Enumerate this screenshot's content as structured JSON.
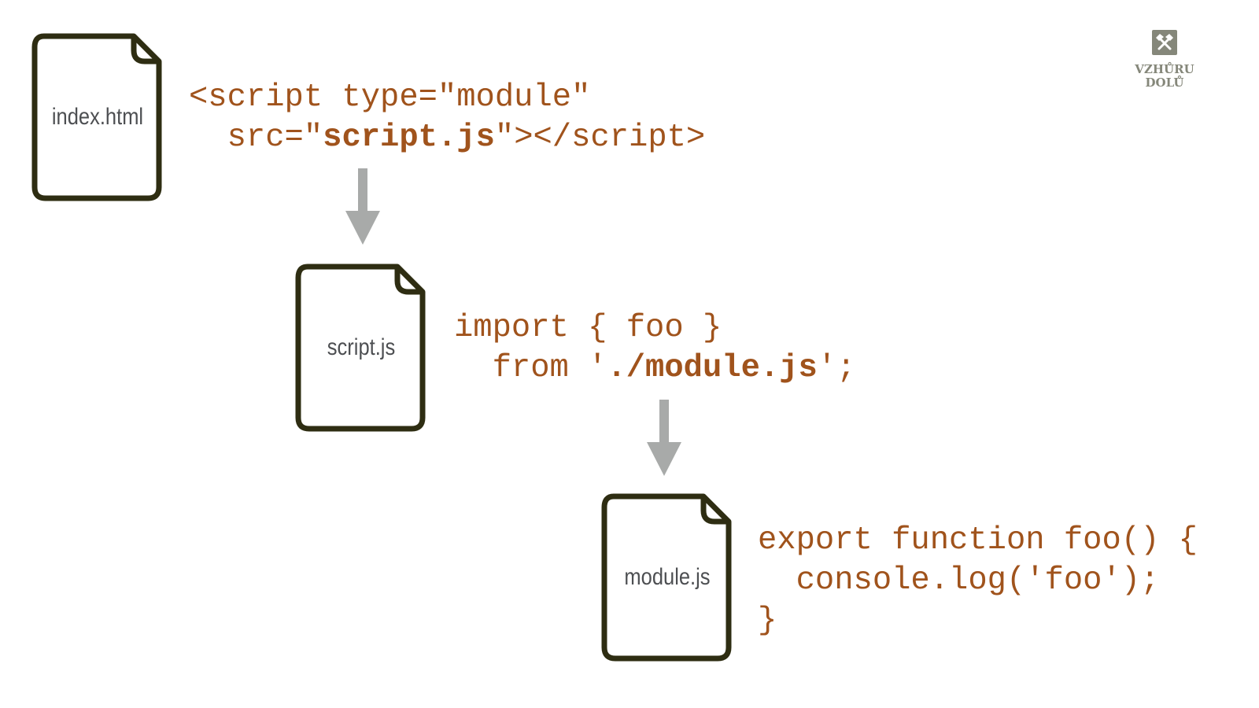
{
  "files": [
    {
      "name": "index.html"
    },
    {
      "name": "script.js"
    },
    {
      "name": "module.js"
    }
  ],
  "code": {
    "index_line1": "<script type=\"module\"",
    "index_line2_pre": "  src=\"",
    "index_line2_bold": "script.js",
    "index_line2_post": "\"></script>",
    "script_line1": "import { foo }",
    "script_line2_pre": "  from '",
    "script_line2_bold": "./module.js",
    "script_line2_post": "';",
    "module_line1": "export function foo() {",
    "module_line2": "  console.log('foo');",
    "module_line3": "}"
  },
  "logo": {
    "line1": "VZHŮRU",
    "line2": "DOLŮ",
    "icon": "crossed-hammers-icon"
  },
  "colors": {
    "code": "#a0531c",
    "doc_stroke": "#2e2d12",
    "arrow": "#a8aaa9",
    "logo": "#85877a"
  }
}
